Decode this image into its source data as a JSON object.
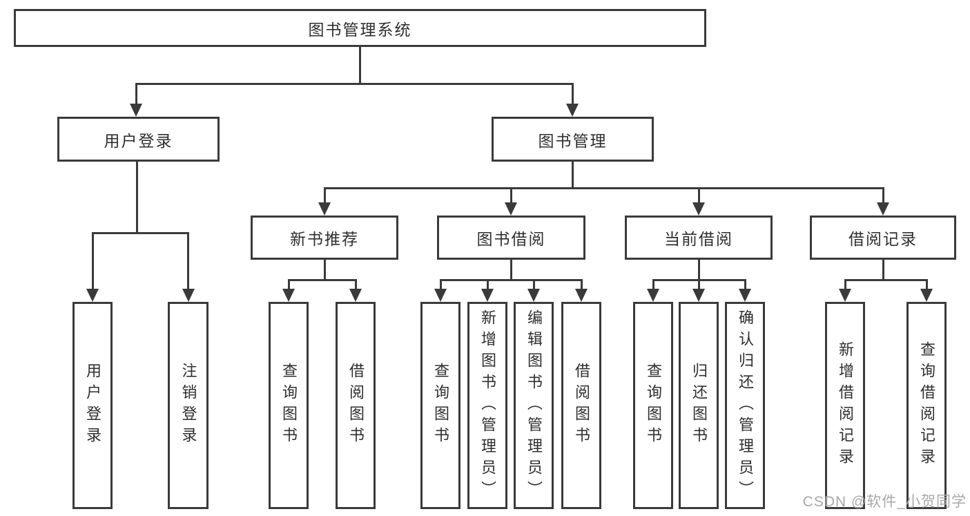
{
  "tree": {
    "root": {
      "label": "图书管理系统"
    },
    "branches": [
      {
        "label": "用户登录",
        "children": [
          {
            "label": "用户登录"
          },
          {
            "label": "注销登录"
          }
        ]
      },
      {
        "label": "图书管理",
        "groups": [
          {
            "label": "新书推荐",
            "children": [
              {
                "label": "查询图书"
              },
              {
                "label": "借阅图书"
              }
            ]
          },
          {
            "label": "图书借阅",
            "children": [
              {
                "label": "查询图书"
              },
              {
                "label": "新增图书（管理员）"
              },
              {
                "label": "编辑图书（管理员）"
              },
              {
                "label": "借阅图书"
              }
            ]
          },
          {
            "label": "当前借阅",
            "children": [
              {
                "label": "查询图书"
              },
              {
                "label": "归还图书"
              },
              {
                "label": "确认归还（管理员）"
              }
            ]
          },
          {
            "label": "借阅记录",
            "children": [
              {
                "label": "新增借阅记录"
              },
              {
                "label": "查询借阅记录"
              }
            ]
          }
        ]
      }
    ]
  },
  "watermark": {
    "text": "CSDN @软件_小贺同学"
  },
  "colors": {
    "line": "#3a3a3a",
    "text": "#2e2e2e",
    "watermark": "#a8a8a8",
    "background": "#ffffff"
  }
}
